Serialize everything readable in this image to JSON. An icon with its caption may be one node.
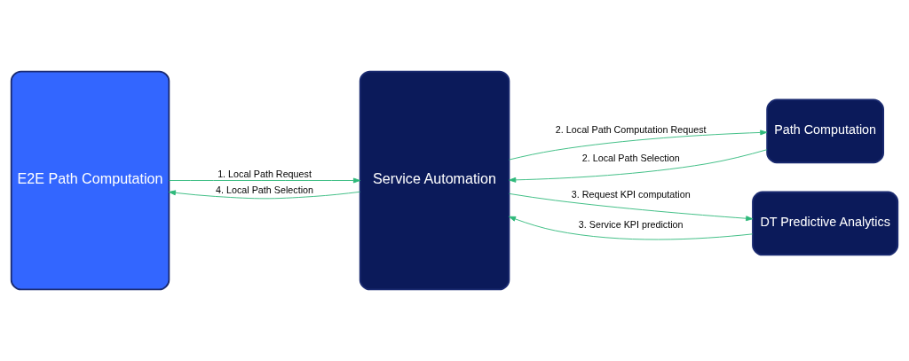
{
  "diagram": {
    "nodes": [
      {
        "text": [
          "E2E Path Computation"
        ]
      },
      {
        "text": [
          "Service Automation"
        ]
      },
      {
        "text": [
          "Path Computation"
        ]
      },
      {
        "text": [
          "DT Predictive Analytics"
        ]
      }
    ],
    "edges": [
      {
        "from": 0,
        "to": 1,
        "arrow": "to",
        "label": "1. Local Path Request"
      },
      {
        "from": 1,
        "to": 2,
        "arrow": "to",
        "label": "2. Local Path Computation Request"
      },
      {
        "from": 2,
        "to": 1,
        "arrow": "to",
        "label": "2. Local Path Selection"
      },
      {
        "from": 1,
        "to": 3,
        "arrow": "to",
        "label": "3. Request KPI computation"
      },
      {
        "from": 3,
        "to": 1,
        "arrow": "to",
        "label": "3. Service KPI prediction"
      },
      {
        "from": 1,
        "to": 0,
        "arrow": "to",
        "label": "4. Local Path Selection"
      }
    ]
  }
}
